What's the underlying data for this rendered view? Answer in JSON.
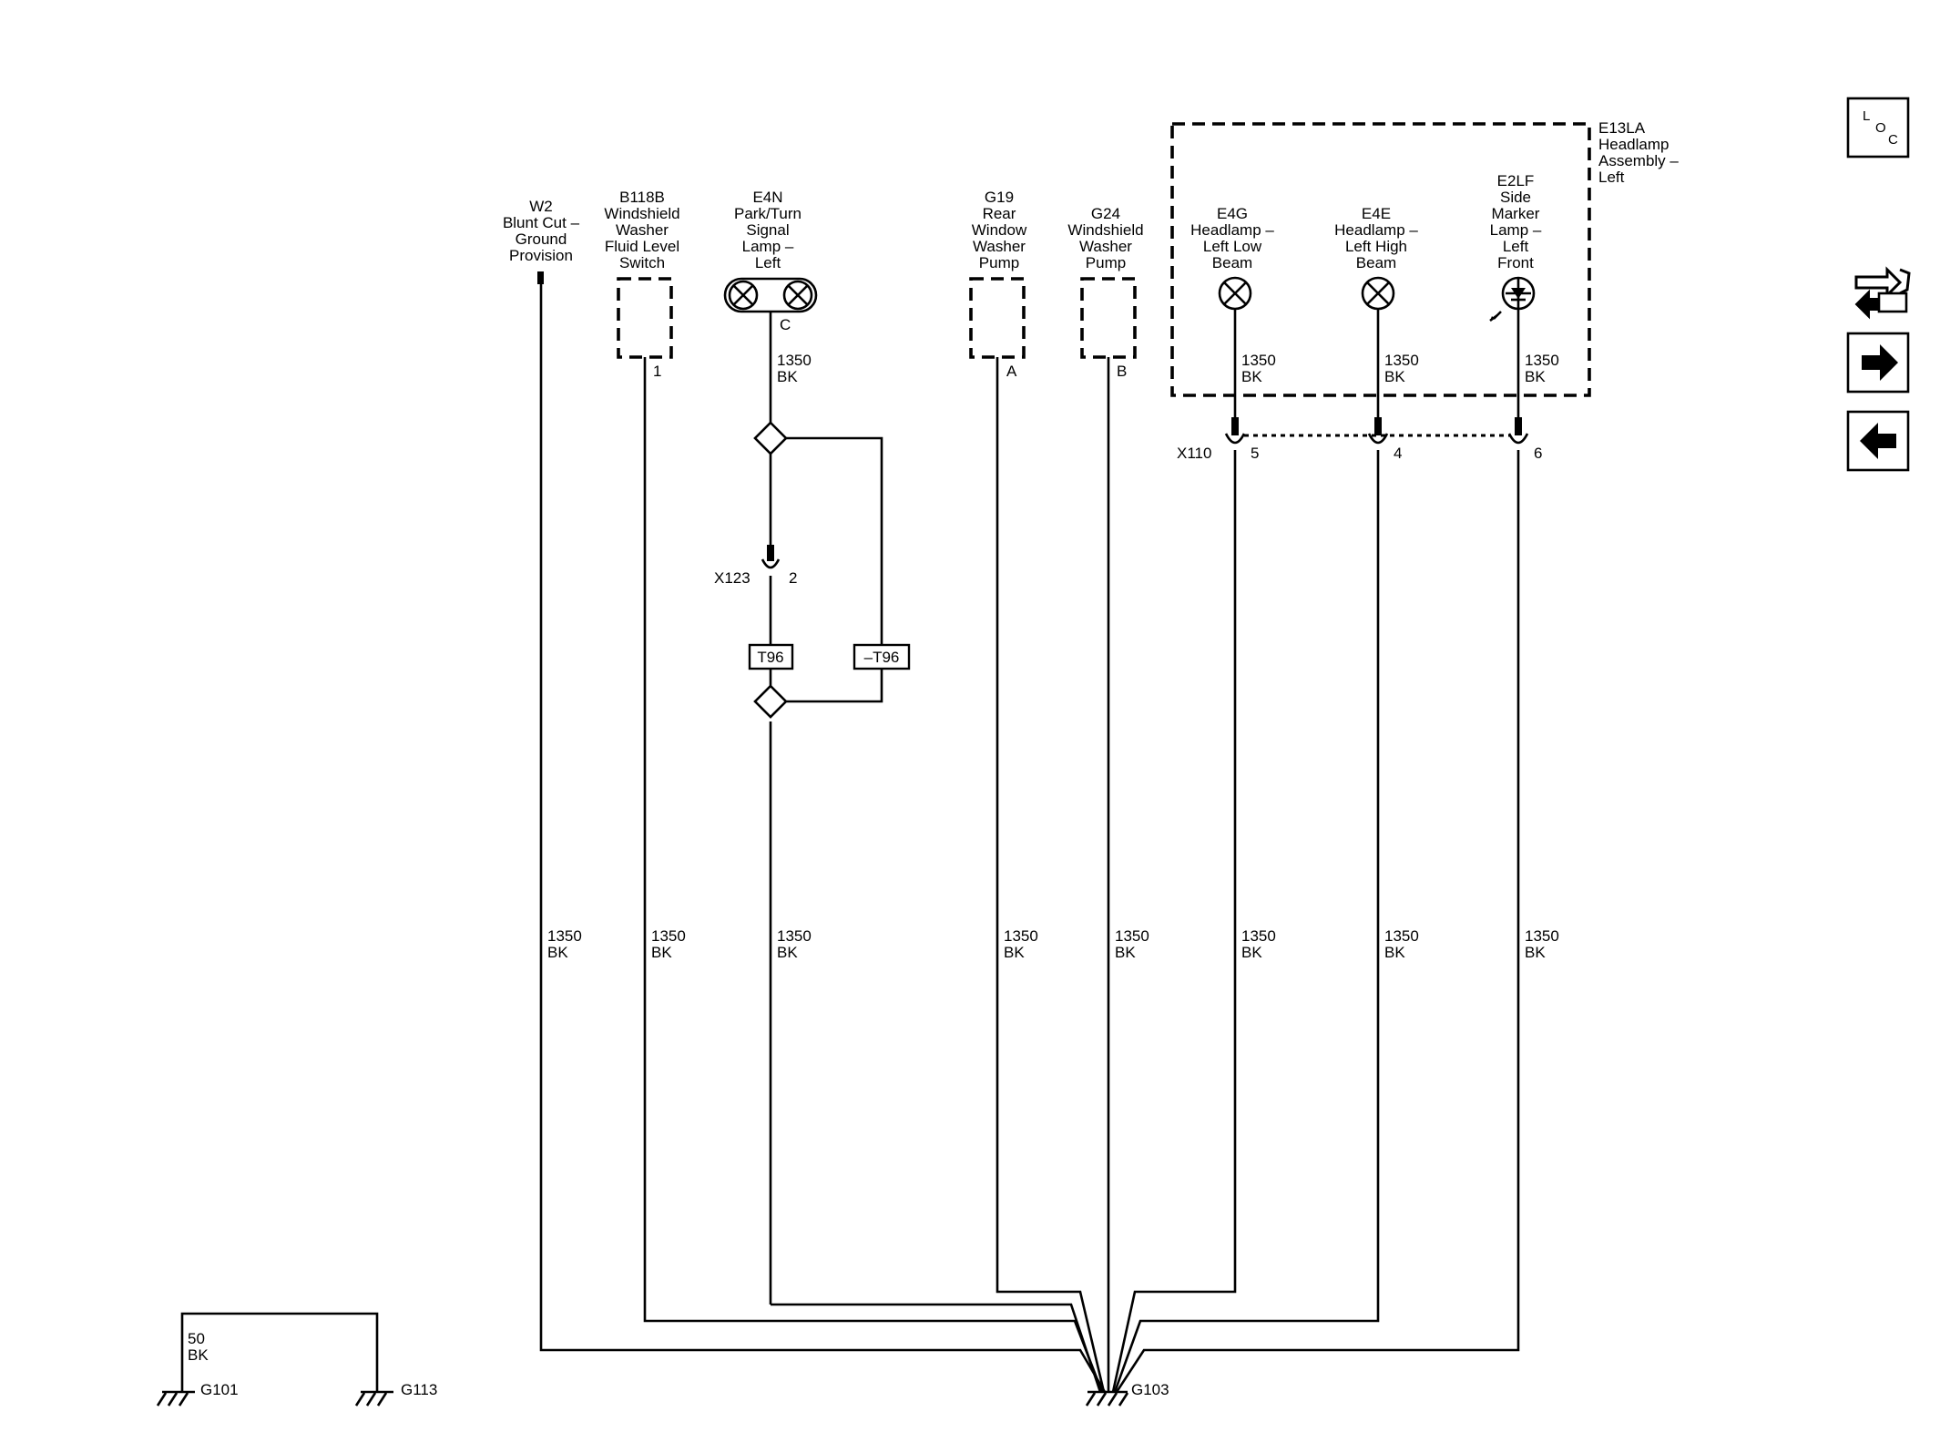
{
  "components": {
    "w2": [
      "W2",
      "Blunt Cut –",
      "Ground",
      "Provision"
    ],
    "b118b": [
      "B118B",
      "Windshield",
      "Washer",
      "Fluid Level",
      "Switch"
    ],
    "e4n": [
      "E4N",
      "Park/Turn",
      "Signal",
      "Lamp –",
      "Left"
    ],
    "g19": [
      "G19",
      "Rear",
      "Window",
      "Washer",
      "Pump"
    ],
    "g24": [
      "G24",
      "Windshield",
      "Washer",
      "Pump"
    ],
    "e4g": [
      "E4G",
      "Headlamp –",
      "Left Low",
      "Beam"
    ],
    "e4e": [
      "E4E",
      "Headlamp –",
      "Left High",
      "Beam"
    ],
    "e2lf": [
      "E2LF",
      "Side",
      "Marker",
      "Lamp –",
      "Left",
      "Front"
    ],
    "e13la": [
      "E13LA",
      "Headlamp",
      "Assembly –",
      "Left"
    ]
  },
  "pins": {
    "b118b": "1",
    "e4n": "C",
    "g19": "A",
    "g24": "B",
    "x123_pin": "2",
    "x110_e4g": "5",
    "x110_e4e": "4",
    "x110_e2lf": "6"
  },
  "connectors": {
    "x123": "X123",
    "x110": "X110"
  },
  "splices": {
    "t96": "T96",
    "t96_alt": "–T96"
  },
  "wire": {
    "circuit": "1350",
    "color": "BK"
  },
  "ground_bus": {
    "circuit": "50",
    "color": "BK"
  },
  "grounds": {
    "g101": "G101",
    "g113": "G113",
    "g103": "G103"
  },
  "nav": {
    "loc_label": [
      "L",
      "O",
      "C"
    ],
    "buttons": [
      {
        "name": "loc-button",
        "icon": "loc-icon"
      },
      {
        "name": "swap-connector-button",
        "icon": "connector-swap-icon"
      },
      {
        "name": "next-button",
        "icon": "arrow-right-icon"
      },
      {
        "name": "previous-button",
        "icon": "arrow-left-icon"
      }
    ]
  }
}
